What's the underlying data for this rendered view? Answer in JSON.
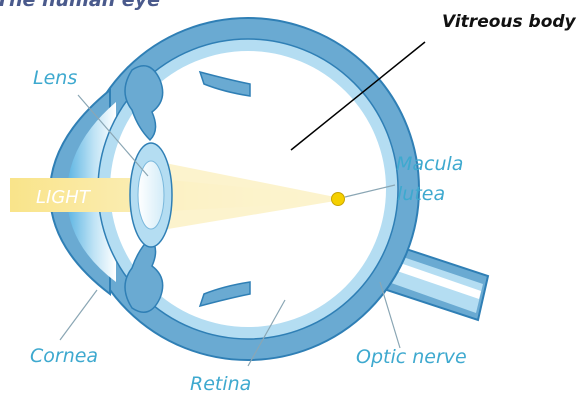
{
  "title": "The human eye",
  "labels": {
    "vitreous_body": "Vitreous body",
    "lens": "Lens",
    "macula_line1": "Macula",
    "macula_line2": "lutea",
    "light": "LIGHT",
    "cornea": "Cornea",
    "retina": "Retina",
    "optic_nerve": "Optic nerve"
  },
  "colors": {
    "outer_shell": "#6aaad2",
    "shell_stroke": "#2f7fb5",
    "retina_layer": "#b4ddf2",
    "vitreous": "#ffffff",
    "light_beam": "#f7e7a4",
    "macula": "#f5d000",
    "label": "#3ea9cf",
    "title": "#4a5a8c"
  }
}
